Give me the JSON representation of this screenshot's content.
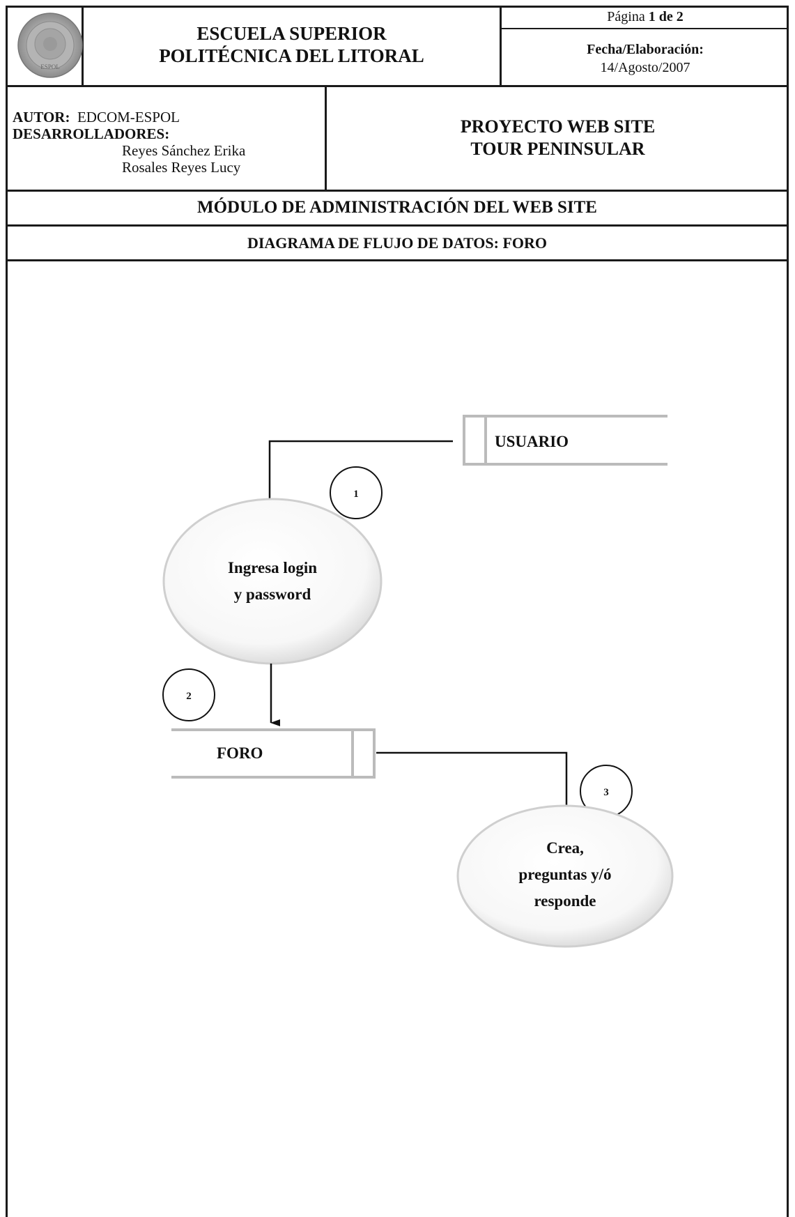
{
  "header": {
    "institution_line1": "ESCUELA SUPERIOR",
    "institution_line2": "POLITÉCNICA DEL LITORAL",
    "page_label": "Página",
    "page_current": "1",
    "page_of": "de",
    "page_total": "2",
    "date_label": "Fecha/Elaboración:",
    "date_value": "14/Agosto/2007",
    "seal_text": "ESPOL"
  },
  "authors": {
    "author_label": "AUTOR:",
    "author_value": "EDCOM-ESPOL",
    "developers_label": "DESARROLLADORES:",
    "developers": [
      "Reyes Sánchez Erika",
      "Rosales Reyes Lucy"
    ]
  },
  "project": {
    "line1": "PROYECTO  WEB SITE",
    "line2": "TOUR PENINSULAR"
  },
  "module_title": "MÓDULO DE ADMINISTRACIÓN DEL WEB SITE",
  "diagram_title": "DIAGRAMA DE FLUJO DE DATOS: FORO",
  "diagram": {
    "entity_usuario": "USUARIO",
    "store_foro": "FORO",
    "process1_line1": "Ingresa login",
    "process1_line2": "y password",
    "process2_line1": "Crea,",
    "process2_line2": "preguntas y/ó",
    "process2_line3": "responde",
    "step1": "1",
    "step2": "2",
    "step3": "3"
  }
}
